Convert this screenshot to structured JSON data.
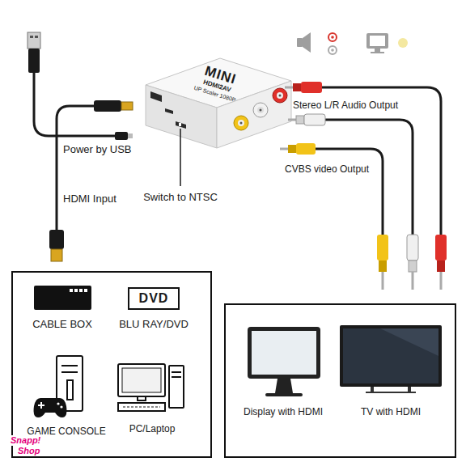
{
  "diagram": {
    "nodes": [
      {
        "text": [
          "MINI",
          "HDMI2AV",
          "UP Scaler 1080P"
        ]
      },
      {
        "text": []
      },
      {
        "text": [
          "CABLE BOX"
        ],
        "in": 1
      },
      {
        "text": [
          "DVD",
          "BLU RAY/DVD"
        ],
        "in": 1
      },
      {
        "text": [
          "GAME CONSOLE"
        ],
        "in": 1
      },
      {
        "text": [
          "PC/Laptop"
        ],
        "in": 1
      },
      {
        "text": []
      },
      {
        "text": [
          "Display with HDMI"
        ],
        "in": 6
      },
      {
        "text": [
          "TV with HDMI"
        ],
        "in": 6
      }
    ],
    "labels": [
      "Stereo L/R Audio Output",
      "CVBS video Output",
      "Power by USB",
      "HDMI Input",
      "Switch to NTSC",
      "Snapp!",
      "Shop"
    ]
  }
}
